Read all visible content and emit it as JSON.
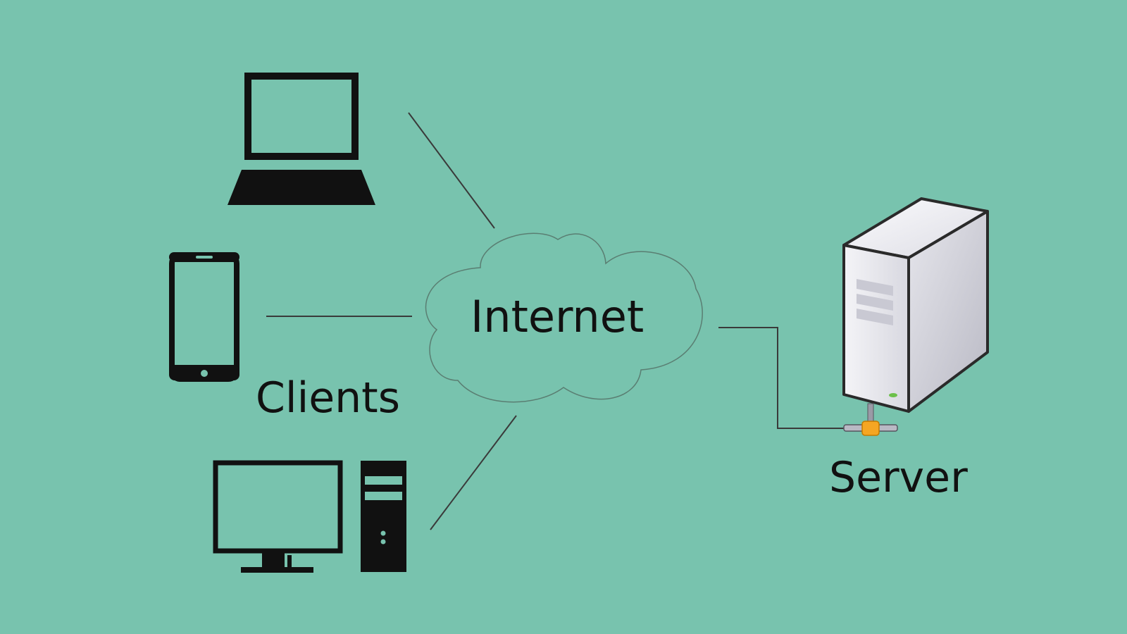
{
  "diagram": {
    "title": "Client-Server over Internet",
    "nodes": {
      "internet": {
        "label": "Internet",
        "icon": "cloud-icon"
      },
      "clients": {
        "label": "Clients",
        "devices": [
          {
            "icon": "laptop-icon"
          },
          {
            "icon": "smartphone-icon"
          },
          {
            "icon": "desktop-computer-icon"
          }
        ]
      },
      "server": {
        "label": "Server",
        "icon": "server-tower-icon"
      }
    },
    "edges": [
      {
        "from": "laptop",
        "to": "internet"
      },
      {
        "from": "smartphone",
        "to": "internet"
      },
      {
        "from": "desktop",
        "to": "internet"
      },
      {
        "from": "internet",
        "to": "server"
      }
    ]
  },
  "colors": {
    "background": "#78c3ae",
    "ink": "#111111",
    "line": "#3a3a3a",
    "server_body": "#e9e9ee",
    "server_accent": "#f5a623"
  }
}
